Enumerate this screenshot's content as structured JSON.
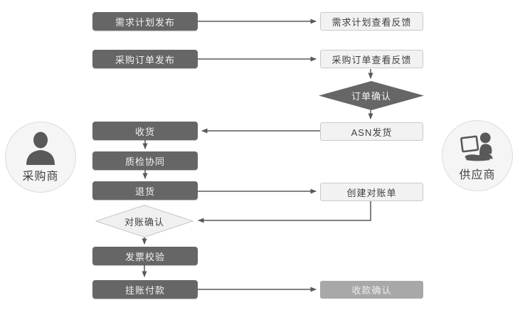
{
  "diagram": {
    "title": "buyer-supplier procurement collaboration flow"
  },
  "actors": {
    "buyer": {
      "label": "采购商"
    },
    "supplier": {
      "label": "供应商"
    }
  },
  "flow": {
    "buyer_steps": {
      "demand_plan_publish": "需求计划发布",
      "po_publish": "采购订单发布",
      "receive_goods": "收货",
      "quality_collab": "质检协同",
      "return_goods": "退货",
      "recon_confirm": "对账确认",
      "invoice_check": "发票校验",
      "payment": "挂账付款"
    },
    "supplier_steps": {
      "demand_plan_feedback": "需求计划查看反馈",
      "po_feedback": "采购订单查看反馈",
      "order_confirm": "订单确认",
      "asn_ship": "ASN发货",
      "create_statement": "创建对账单",
      "receipt_confirm": "收款确认"
    }
  },
  "colors": {
    "dark_node_fill": "#666666",
    "dark_node_text": "#f2f2f2",
    "light_node_fill": "#f2f2f2",
    "light_node_border": "#c9c9c9",
    "light_node_text": "#404040",
    "muted_node_fill": "#a8a8a8",
    "muted_node_text": "#ededed",
    "connector": "#595959",
    "actor_circle_fill": "#f5f5f5",
    "actor_circle_border": "#dcdcdc",
    "actor_icon": "#595959"
  }
}
